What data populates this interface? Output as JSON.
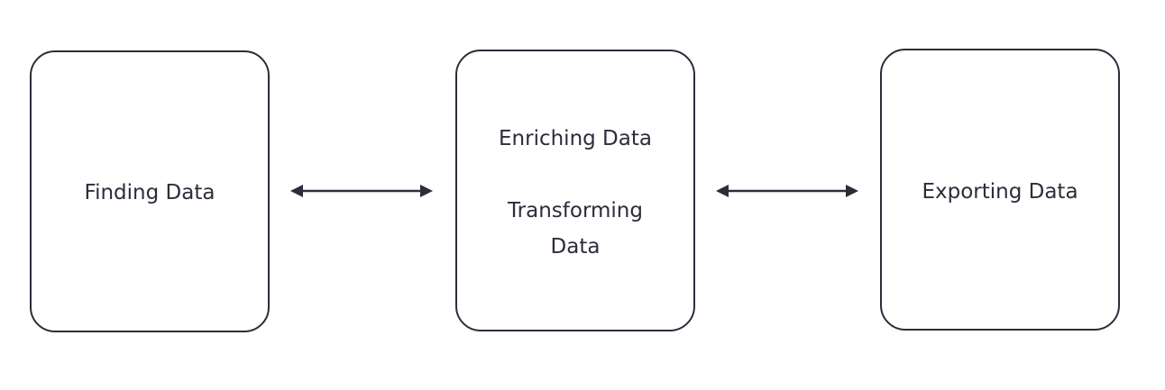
{
  "diagram": {
    "boxes": [
      {
        "id": "finding",
        "lines": [
          "Finding Data"
        ]
      },
      {
        "id": "enriching",
        "lines": [
          "Enriching Data",
          "Transforming\nData"
        ]
      },
      {
        "id": "exporting",
        "lines": [
          "Exporting Data"
        ]
      }
    ],
    "connectors": [
      {
        "from": "finding",
        "to": "enriching",
        "style": "double-arrow"
      },
      {
        "from": "enriching",
        "to": "exporting",
        "style": "double-arrow"
      }
    ],
    "colors": {
      "stroke": "#2b2d3a",
      "background": "#ffffff",
      "text": "#2b2d3a"
    }
  }
}
